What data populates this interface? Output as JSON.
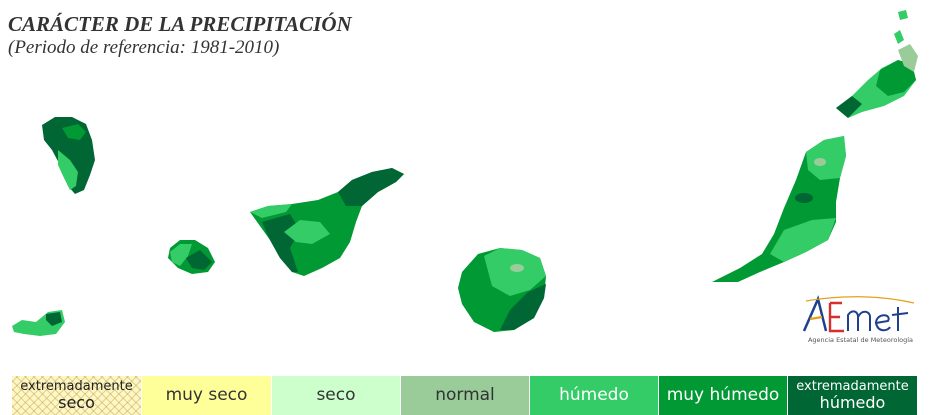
{
  "header": {
    "title": "CARÁCTER DE LA PRECIPITACIÓN",
    "subtitle": "(Periodo de referencia: 1981-2010)"
  },
  "colors": {
    "extremadamente_seco": "#fff6c2",
    "muy_seco": "#ffff99",
    "seco": "#ccffcc",
    "normal": "#99cc99",
    "humedo": "#33cc66",
    "muy_humedo": "#009933",
    "extremadamente_humedo": "#006633"
  },
  "legend": [
    {
      "line1": "extremadamente",
      "line2": "seco",
      "color": "#fff6c2"
    },
    {
      "line1": "muy seco",
      "color": "#ffff99"
    },
    {
      "line1": "seco",
      "color": "#ccffcc"
    },
    {
      "line1": "normal",
      "color": "#99cc99"
    },
    {
      "line1": "húmedo",
      "color": "#33cc66"
    },
    {
      "line1": "muy húmedo",
      "color": "#009933"
    },
    {
      "line1": "extremadamente",
      "line2": "húmedo",
      "color": "#006633"
    }
  ],
  "logo": {
    "name": "AEMet",
    "tagline": "Agencia Estatal de Meteorología"
  }
}
